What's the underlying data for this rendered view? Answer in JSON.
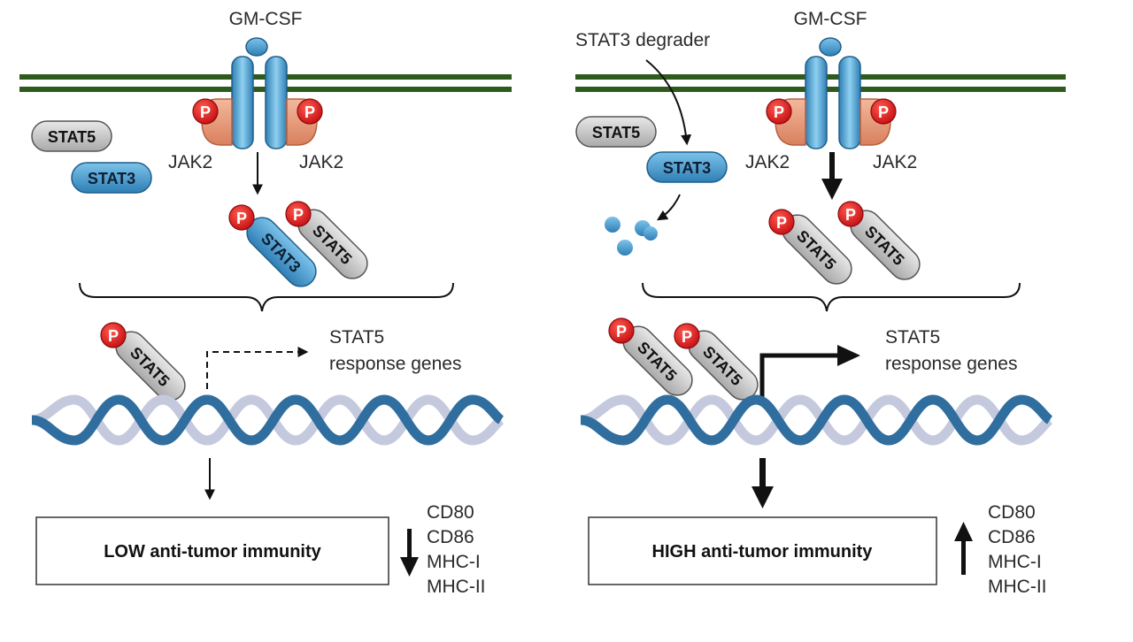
{
  "left": {
    "ligand": "GM-CSF",
    "jak_left": "JAK2",
    "jak_right": "JAK2",
    "p": "P",
    "stat5_free": "STAT5",
    "stat3_free": "STAT3",
    "stat3_phos": "STAT3",
    "stat5_phos": "STAT5",
    "stat5_dna": "STAT5",
    "genes_line1": "STAT5",
    "genes_line2": "response genes",
    "outcome": "LOW anti-tumor immunity",
    "markers": [
      "CD80",
      "CD86",
      "MHC-I",
      "MHC-II"
    ],
    "marker_direction": "down"
  },
  "right": {
    "ligand": "GM-CSF",
    "degrader": "STAT3 degrader",
    "jak_left": "JAK2",
    "jak_right": "JAK2",
    "p": "P",
    "stat5_free": "STAT5",
    "stat3_free": "STAT3",
    "stat5_phos_a": "STAT5",
    "stat5_phos_b": "STAT5",
    "stat5_dna_a": "STAT5",
    "stat5_dna_b": "STAT5",
    "genes_line1": "STAT5",
    "genes_line2": "response genes",
    "outcome": "HIGH anti-tumor immunity",
    "markers": [
      "CD80",
      "CD86",
      "MHC-I",
      "MHC-II"
    ],
    "marker_direction": "up"
  },
  "colors": {
    "membrane": "#2f5a1e",
    "receptor": "#4f9ccc",
    "jak": "#e39978",
    "phospho": "#e0161b",
    "stat3": "#3f8fc4",
    "stat5": "#c9c9c9",
    "dna_dark": "#2f6e9e",
    "dna_light": "#c5c9dd"
  }
}
